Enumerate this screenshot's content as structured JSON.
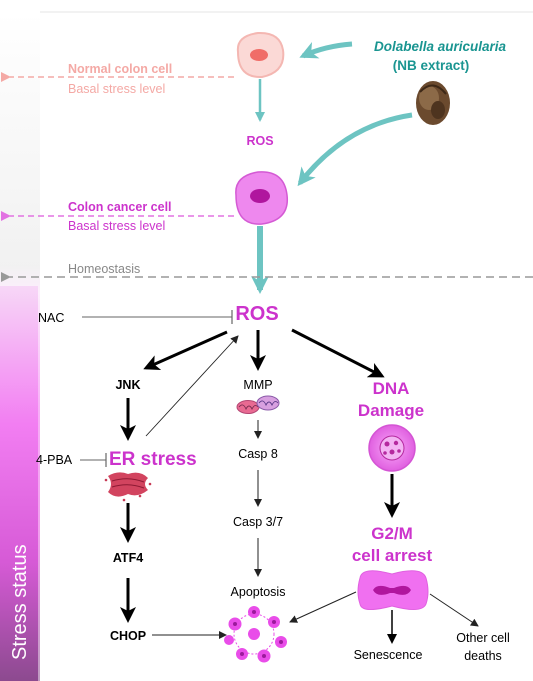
{
  "source": {
    "species": "Dolabella auricularia",
    "extract": "(NB extract)"
  },
  "normal_cell": {
    "name": "Normal colon cell",
    "level": "Basal stress level"
  },
  "ros_small": "ROS",
  "cancer_cell": {
    "name": "Colon cancer cell",
    "level": "Basal stress level"
  },
  "homeostasis": "Homeostasis",
  "stress_axis": "Stress status",
  "inhibitors": {
    "nac": "NAC",
    "pba": "4-PBA"
  },
  "ros_main": "ROS",
  "pathways": {
    "jnk": "JNK",
    "er_stress": "ER stress",
    "atf4": "ATF4",
    "chop": "CHOP",
    "mmp": "MMP",
    "casp8": "Casp 8",
    "casp37": "Casp 3/7",
    "apoptosis": "Apoptosis",
    "dna_damage_1": "DNA",
    "dna_damage_2": "Damage",
    "arrest_1": "G2/M",
    "arrest_2": "cell arrest",
    "senescence": "Senescence",
    "other_1": "Other cell",
    "other_2": "deaths"
  },
  "colors": {
    "magenta": "#cc33cc",
    "teal": "#6dc4c2",
    "pink_light": "#f4a9a5",
    "cancer_fill": "#ee88ee",
    "cell_magenta": "#e94de9"
  }
}
